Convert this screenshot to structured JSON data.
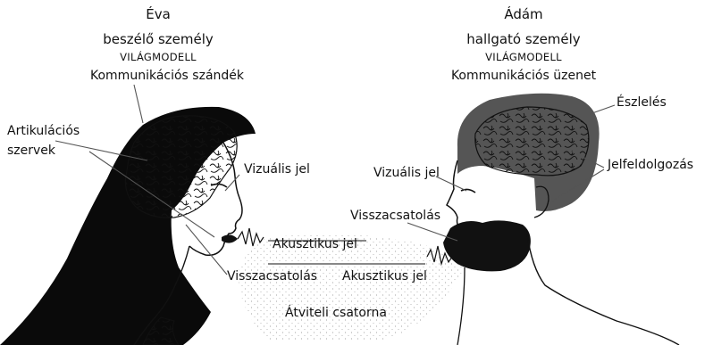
{
  "speaker": {
    "name": "Éva",
    "role": "beszélő személy",
    "model": "VILÁGMODELL",
    "intent": "Kommunikációs szándék",
    "articulation": [
      "Artikulációs",
      "szervek"
    ],
    "visual_signal": "Vizuális jel",
    "feedback": "Visszacsatolás"
  },
  "listener": {
    "name": "Ádám",
    "role": "hallgató személy",
    "model": "VILÁGMODELL",
    "message": "Kommunikációs üzenet",
    "perception": "Észlelés",
    "processing": "Jelfeldolgozás",
    "visual_signal": "Vizuális jel",
    "feedback": "Visszacsatolás"
  },
  "channel": {
    "acoustic_top": "Akusztikus jel",
    "acoustic_bottom": "Akusztikus jel",
    "label": "Átviteli csatorna"
  },
  "colors": {
    "hair": "#0a0a0a",
    "brain_fill": "#ffffff",
    "listener_hair": "#555555",
    "ink": "#111111"
  }
}
